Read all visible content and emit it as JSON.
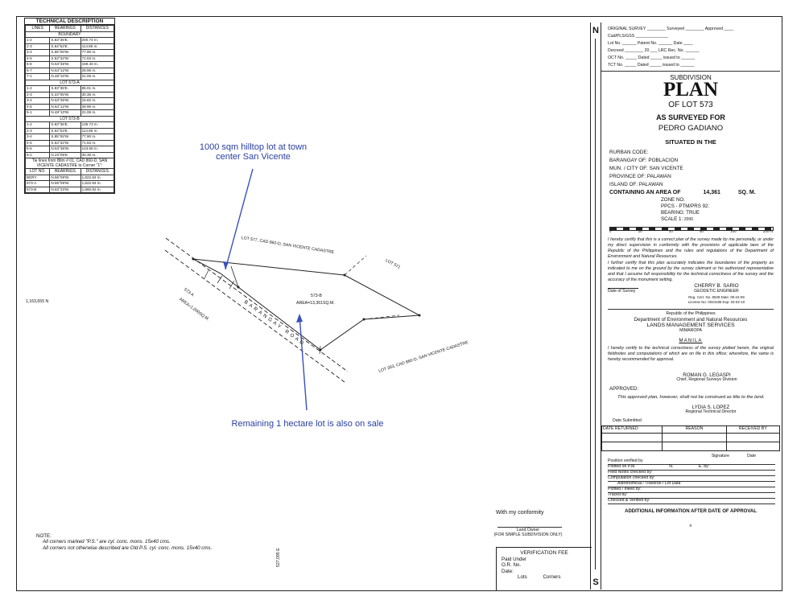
{
  "technical_description": {
    "title": "TECHNICAL DESCRIPTION",
    "headers": [
      "LINES",
      "BEARINGS",
      "DISTANCES"
    ],
    "boundary_label": "BOUNDARY",
    "boundary": [
      [
        "1-2",
        "S.83°36'E.",
        "200.74 m."
      ],
      [
        "2-3",
        "S.64°53'E.",
        "114.86 m."
      ],
      [
        "3-4",
        "S.85°06'W.",
        "77.90 m."
      ],
      [
        "4-5",
        "S.53°32'W.",
        "71.63 m."
      ],
      [
        "5-6",
        "N.53°36'W.",
        "159.40 m."
      ],
      [
        "6-7",
        "N.64°12'W.",
        "28.96 m."
      ],
      [
        "7-1",
        "N.48°10'W.",
        "21.06 m."
      ]
    ],
    "lot_a_label": "LOT 573-A",
    "lot_a": [
      [
        "1-2",
        "S.83°36'E.",
        "85.01 m."
      ],
      [
        "2-3",
        "S.23°05'W.",
        "30.35 m."
      ],
      [
        "3-4",
        "N.53°36'W.",
        "15.82 m."
      ],
      [
        "4-5",
        "N.64°12'W.",
        "28.96 m."
      ],
      [
        "5-1",
        "N.48°10'W.",
        "21.06 m."
      ]
    ],
    "lot_b_label": "LOT 573-B",
    "lot_b": [
      [
        "1-2",
        "S.83°36'E.",
        "135.73 m."
      ],
      [
        "2-3",
        "S.64°53'E.",
        "114.86 m."
      ],
      [
        "3-4",
        "S.85°06'W.",
        "77.90 m."
      ],
      [
        "4-5",
        "S.53°32'W.",
        "71.63 m."
      ],
      [
        "5-6",
        "N.53°36'W.",
        "143.58 m."
      ],
      [
        "6-1",
        "N.23°05'E.",
        "30.35 m."
      ]
    ],
    "tie_text": "Tie lines from Bllm # 01, CAD 860-D, SAN VICENTE CADASTRE to Corner \"1\":",
    "tie_headers": [
      "LOT NO.",
      "BEARINGS",
      "DISTANCES"
    ],
    "tie_rows": [
      [
        "BDRY",
        "N.66°09'W.",
        "1,822.84 m."
      ],
      [
        "573-A",
        "N.66°09'W.",
        "1,822.84 m."
      ],
      [
        "573-B",
        "N.63°33'W.",
        "1,860.92 m."
      ]
    ]
  },
  "annotations": {
    "top": "1000 sqm hilltop lot at town center San Vicente",
    "bottom": "Remaining 1 hectare lot is also on sale"
  },
  "map": {
    "lot_577": "LOT 577, CAD 860-D, SAN VICENTE CADASTRE",
    "lot_571": "LOT 571",
    "lot_353": "LOT 353, CAD 860-D, SAN VICENTE CADASTRE",
    "road": "BARANGAY ROAD",
    "lot_a": "573-A",
    "area_a": "AREA=1,000SQ.M.",
    "lot_b": "573-B",
    "area_b": "AREA=13,361SQ.M.",
    "northing": "1,163,655 N",
    "easting": "527,095 E"
  },
  "notes": {
    "title": "NOTE:",
    "line1": "All corners marked \"P.S.\" are cyl. conc. mons. 15x40 cms.",
    "line2": "All corners not otherwise described are Old P.S. cyl. conc. mons. 15x40 cms."
  },
  "conformity": {
    "text": "With my conformity",
    "owner": "Land Owner",
    "note": "(FOR SIMPLE SUBDIVISION ONLY)"
  },
  "verification": {
    "title": "VERIFICATION FEE",
    "paid": "Paid Under",
    "or": "O.R. No.",
    "date": "Date:",
    "lots": "Lots",
    "corners": "Corners"
  },
  "compass": {
    "north": "N",
    "south": "S"
  },
  "titleblock": {
    "original_survey": "ORIGINAL SURVEY",
    "surveyed": "Surveyed",
    "approved": "Approved",
    "cad": "Cad/PLS/GSS",
    "lot_no": "Lot No.",
    "patent_no": "Patent No.",
    "date": "Date",
    "decreed": "Decreed",
    "year": "20",
    "lrc": "LRC Rec. No.",
    "oct": "OCT No.",
    "dated1": "Dated",
    "issued1": "issued to",
    "tct": "TCT No.",
    "dated2": "Dated",
    "issued2": "issued to",
    "subdivision": "SUBDIVISION",
    "plan": "PLAN",
    "of_lot": "OF LOT 573",
    "as_surveyed": "AS SURVEYED FOR",
    "owner": "PEDRO GADIANO",
    "situated": "SITUATED IN THE",
    "rurban": "RURBAN CODE:",
    "barangay_label": "BARANGAY OF:",
    "barangay": "POBLACION",
    "mun_label": "MUN. / CITY OF:",
    "mun": "SAN VICENTE",
    "province_label": "PROVINCE OF:",
    "province": "PALAWAN",
    "island_label": "ISLAND OF:",
    "island": "PALAWAN",
    "containing": "CONTAINING AN AREA OF",
    "area": "14,361",
    "sqm": "SQ. M.",
    "zone": "ZONE NO.",
    "ppcs": "PPCS - PTM/PRS 92:",
    "bearing": "BEARING: TRUE",
    "scale": "SCALE 1:",
    "scale_value": "2000",
    "scale_ticks": [
      "0",
      "10",
      "20",
      "50",
      "100",
      "200 m."
    ],
    "cert1": "I hereby certify that this is a correct plan of the survey made by me personally, or under my direct supervision in conformity with the provisions of applicable laws of the Republic of the Philippines and the rules and regulations of the Department of Environment and Natural Resources.",
    "cert2": "I further certify that this plan accurately indicates the boundaries of the property as indicated to me on the ground by the survey claimant or his authorized representative and that I assume full responsibility for the technical correctness of the survey and the accuracy of the monument setting.",
    "date_survey": "Date of Survey",
    "engineer": "CHERRY B. SARIO",
    "engineer_title": "GEODETIC ENGINEER",
    "reg": "Reg. Cert. No. 8539  Date: 09-24-09",
    "lic": "License No. 0034185 Exp: 03-02-10",
    "republic": "Republic of the Philippines",
    "denr": "Department of Environment and Natural Resources",
    "lms": "LANDS MANAGEMENT SERVICES",
    "region": "MIMAROPA",
    "manila": "MANILA",
    "cert3": "I hereby certify to the technical correctness of the survey plotted herein, the original fieldnotes and computations of which are on file in this office; wherefore, the same is hereby recommended for approval.",
    "chief": "ROMAN G. LEGASPI",
    "chief_title": "Chief, Regional Surveys Division",
    "approved_label": "APPROVED:",
    "approved_note": "This approved plan, however, shall not be construed as title to the land.",
    "director": "LYDIA S. LOPEZ",
    "director_title": "Regional Technical Director",
    "date_submitted": "Date Submitted",
    "returned_headers": [
      "DATE RETURNED",
      "REASON",
      "RECEIVED BY"
    ],
    "sig_headers": [
      "Signature",
      "Date"
    ],
    "position": "Position verified by",
    "plotted": "Plotted on P.M.",
    "n": "N.",
    "e": "E. by:",
    "field": "Field Notes checked by:",
    "comp": "Computation checked by:",
    "astro": "Astronomical / Traverse / Lot Data",
    "plotted_inked": "Plotted / Inked by:",
    "traced": "Traced by:",
    "checked": "Checked & Verified by:",
    "additional": "ADDITIONAL INFORMATION AFTER DATE OF APPROVAL",
    "mark": "n"
  }
}
